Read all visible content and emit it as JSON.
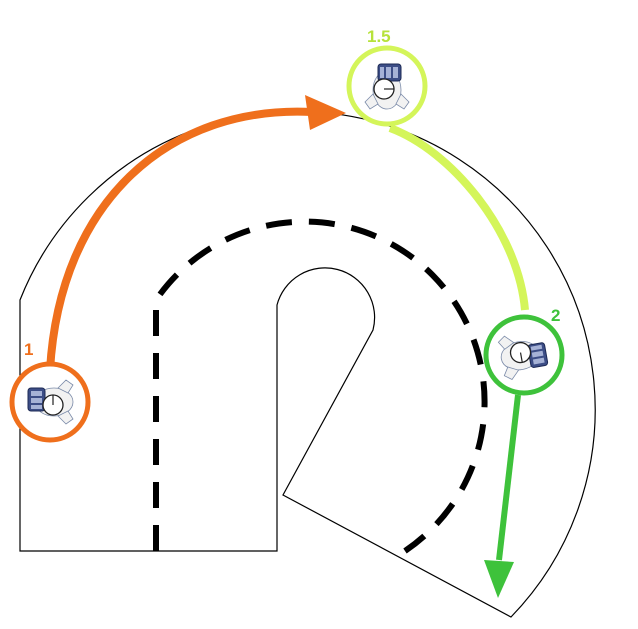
{
  "colors": {
    "track_outline": "#000000",
    "centerline": "#000000",
    "segment_1": "#ef6f1c",
    "segment_1_5": "#d4f55a",
    "segment_2": "#3ec23b",
    "background": "#ffffff"
  },
  "markers": [
    {
      "label": "1",
      "color": "#ef6f1c"
    },
    {
      "label": "1.5",
      "color": "#b6e23a"
    },
    {
      "label": "2",
      "color": "#3ec23b"
    }
  ],
  "icons": {
    "robot": "robot-top-view-icon"
  }
}
